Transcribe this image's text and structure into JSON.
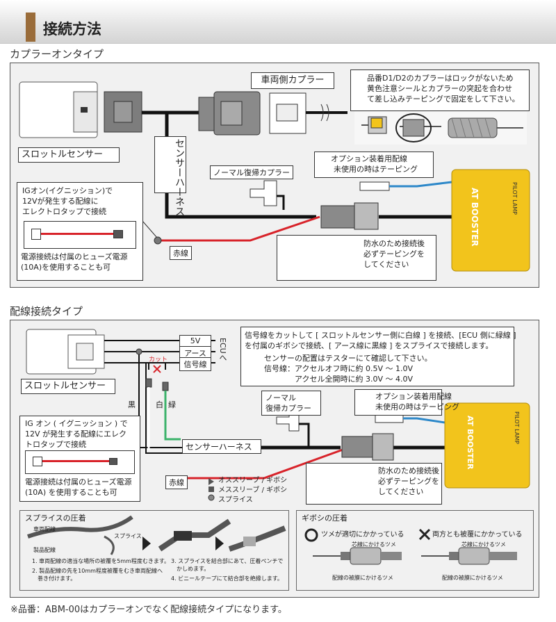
{
  "header": {
    "title": "接続方法"
  },
  "coupler": {
    "section_label": "カプラーオンタイプ",
    "throttle_label": "スロットルセンサー",
    "harness_label": "センサーハーネス",
    "vehicle_coupler_label": "車両側カプラー",
    "warning_lines": [
      "品番D1/D2のカプラーはロックがないため",
      "黄色注意シールとカプラーの突起を合わせ",
      "て差し込みテーピングで固定をして下さい。"
    ],
    "normal_coupler_label": "ノーマル復帰カプラー",
    "option_lines": [
      "オプション装着用配線",
      "未使用の時はテーピング"
    ],
    "ig_lines": [
      "IGオン(イグニッション)で",
      "12Vが発生する配線に",
      "エレクトロタップで接続"
    ],
    "fuse_lines": [
      "電源接続は付属のヒューズ電源",
      "(10A)を使用することも可"
    ],
    "red_wire_label": "赤線",
    "waterproof_lines": [
      "防水のため接続後",
      "必ずテーピングを",
      "してください"
    ]
  },
  "splice": {
    "section_label": "配線接続タイプ",
    "throttle_label": "スロットルセンサー",
    "wire_5v": "5V",
    "wire_earth": "アース",
    "wire_signal": "信号線",
    "ecu_label": "ECUへ",
    "cut_label": "カット",
    "black_label": "黒",
    "white_label": "白",
    "green_label": "緑",
    "instruction_lines": [
      "信号線をカットして [ スロットルセンサー側に白線 ] を接続、[ECU 側に緑線 ]",
      "を付属のギボシで接続、[ アース線に黒線 ] をスプライスで接続します。"
    ],
    "caution_lines": [
      "センサーの配置はテスターにて確認して下さい。",
      "信号線：アクセルオフ時に約 0.5V ～ 1.0V",
      "アクセル全開時に約 3.0V ～ 4.0V"
    ],
    "normal_coupler_lines": [
      "ノーマル",
      "復帰カプラー"
    ],
    "option_lines": [
      "オプション装着用配線",
      "未使用の時はテーピング"
    ],
    "harness_label": "センサーハーネス",
    "ig_lines": [
      "IG オン ( イグニッション ) で",
      "12V が発生する配線にエレク",
      "トロタップで接続"
    ],
    "fuse_lines": [
      "電源接続は付属のヒューズ電源",
      "(10A) を使用することも可"
    ],
    "red_wire_label": "赤線",
    "legend": [
      "オススリーブ / ギボシ",
      "メススリーブ / ギボシ",
      "スプライス"
    ],
    "waterproof_lines": [
      "防水のため接続後",
      "必ずテーピングを",
      "してください"
    ],
    "splice_title": "スプライスの圧着",
    "vehicle_wire_label": "車両配線",
    "product_wire_label": "製品配線",
    "splice_label": "スプライス",
    "splice_steps": [
      "1. 車両配線の適当な場所の被覆を5mm程度むきます。",
      "2. 製品配線の先を10mm程度被覆をむき車両配線へ",
      "巻き付けます。",
      "3. スプライスを結合部にあて、圧着ペンチで",
      "かしめます。",
      "4. ビニールテープにて結合部を絶縁します。"
    ],
    "giboshi_title": "ギボシの圧着",
    "giboshi_ok": "ツメが適切にかかっている",
    "giboshi_ng": "両方とも被覆にかかっている",
    "core_claw": "芯線にかけるツメ",
    "cover_claw": "配線の被膜にかけるツメ"
  },
  "device": {
    "brand": "AT BOOSTER",
    "pilot": "PILOT LAMP"
  },
  "footer": {
    "note": "※品番：ABM-00はカプラーオンでなく配線接続タイプになります。"
  },
  "colors": {
    "brand": "#9a6c3a",
    "red_wire": "#d8232a",
    "blue_wire": "#2d88c9",
    "green_wire": "#3bb26a",
    "device_yellow": "#f2c41c"
  }
}
